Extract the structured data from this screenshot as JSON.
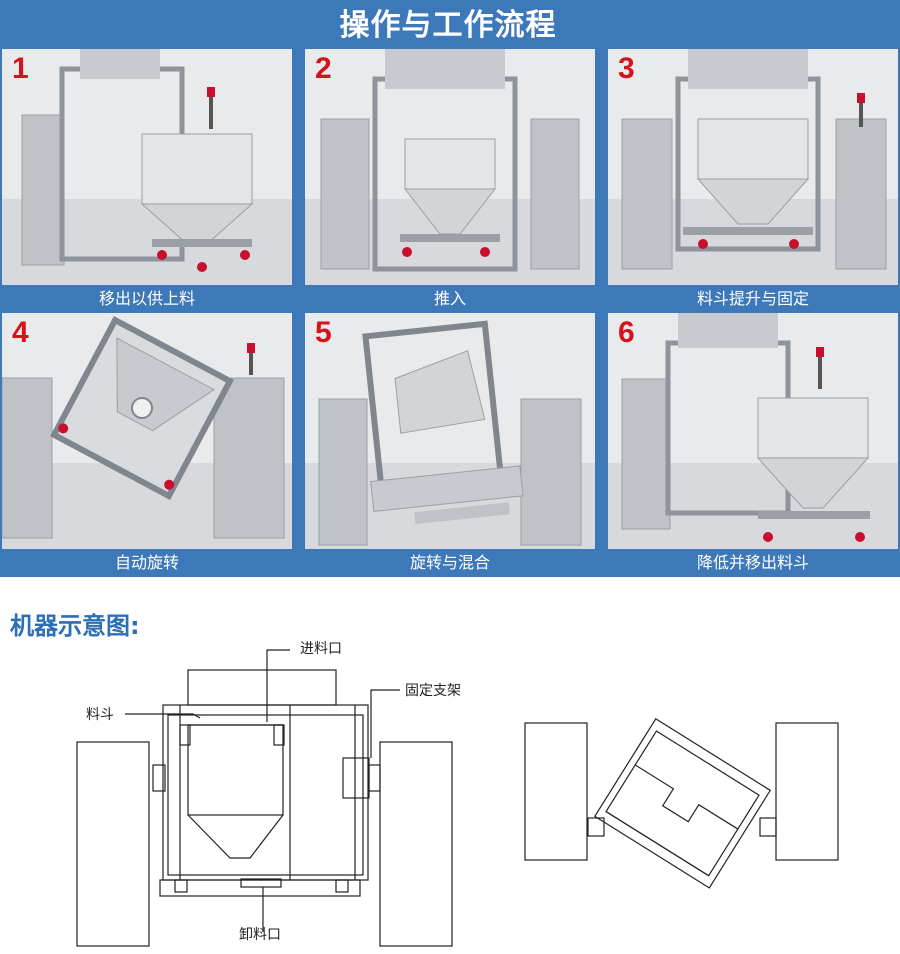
{
  "header": {
    "title": "操作与工作流程"
  },
  "steps": [
    {
      "number": "1",
      "caption": "移出以供上料"
    },
    {
      "number": "2",
      "caption": "推入"
    },
    {
      "number": "3",
      "caption": "料斗提升与固定"
    },
    {
      "number": "4",
      "caption": "自动旋转"
    },
    {
      "number": "5",
      "caption": "旋转与混合"
    },
    {
      "number": "6",
      "caption": "降低并移出料斗"
    }
  ],
  "diagram": {
    "title": "机器示意图:",
    "labels": {
      "inlet": "进料口",
      "hopper": "料斗",
      "frame": "固定支架",
      "outlet": "卸料口"
    }
  },
  "colors": {
    "banner": "#3d78b9",
    "step_number": "#d6121a",
    "section_title": "#2d6fb6"
  }
}
